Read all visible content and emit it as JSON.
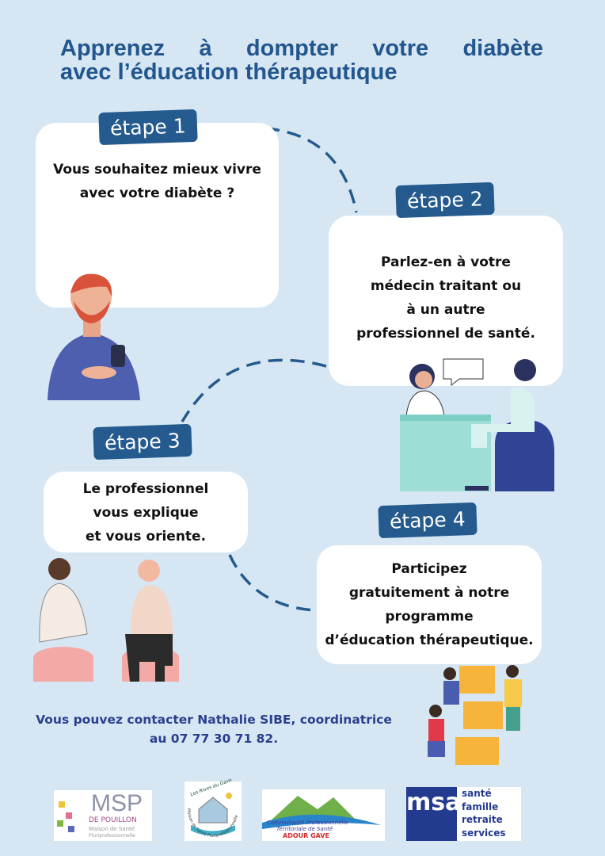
{
  "title": {
    "line1_words": [
      "Apprenez",
      "à",
      "dompter",
      "votre",
      "diabète"
    ],
    "line2": "avec l’éducation thérapeutique"
  },
  "steps": [
    {
      "label": "étape 1",
      "lines": [
        "Vous souhaitez mieux vivre",
        "avec votre diabète ?"
      ]
    },
    {
      "label": "étape 2",
      "lines": [
        "Parlez-en à votre",
        "médecin traitant ou",
        "à un autre",
        "professionnel de santé."
      ]
    },
    {
      "label": "étape 3",
      "lines": [
        "Le professionnel",
        "vous explique",
        "et vous oriente."
      ]
    },
    {
      "label": "étape 4",
      "lines": [
        "Participez",
        "gratuitement à notre",
        "programme",
        "d’éducation thérapeutique."
      ]
    }
  ],
  "contact": {
    "line1": "Vous pouvez contacter Nathalie SIBE, coordinatrice",
    "line2": "au 07 77 30 71 82."
  },
  "logos": {
    "msp": {
      "name": "MSP",
      "sub": "DE POUILLON",
      "desc1": "Maison de Santé",
      "desc2": "Pluriprofessionnelle"
    },
    "rives": {
      "name": "Les Rives du Gave",
      "desc": "Maison de Santé Pluriprofessionnelle"
    },
    "cpts": {
      "line1": "Communauté Professionnelle",
      "line2": "Territoriale de Santé",
      "line3": "ADOUR GAVE"
    },
    "msa": {
      "mark": "msa",
      "items": [
        "santé",
        "famille",
        "retraite",
        "services"
      ]
    }
  },
  "colors": {
    "background": "#d6e7f3",
    "title": "#23568e",
    "label": "#245a8d",
    "contact": "#2a3f8e"
  }
}
